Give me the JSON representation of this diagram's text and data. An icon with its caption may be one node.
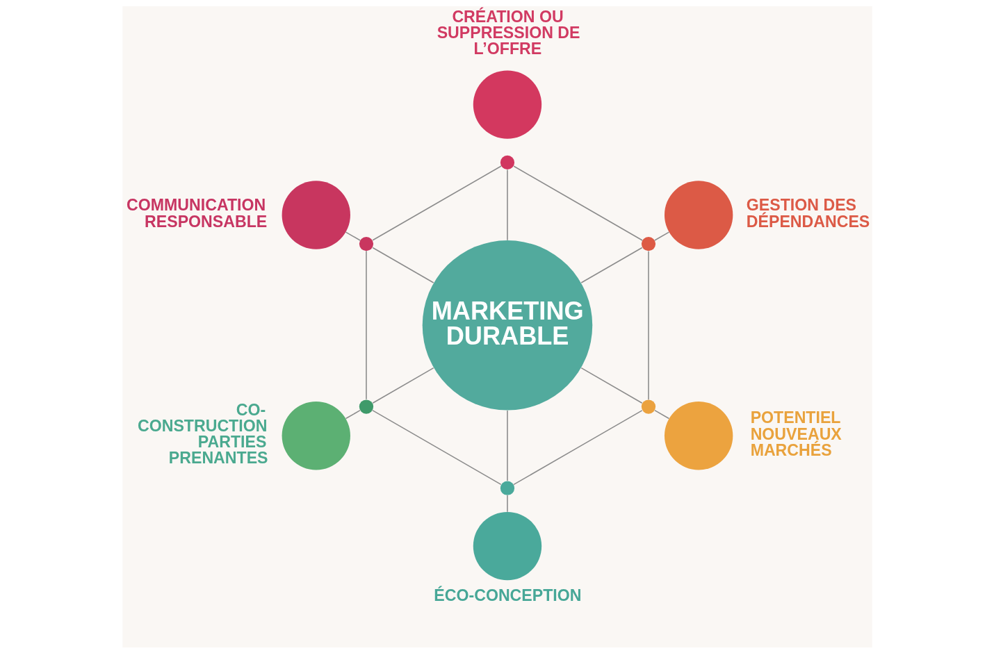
{
  "diagram": {
    "nodes": [
      {
        "text": [
          "MARKETING DURABLE"
        ]
      },
      {
        "text": [],
        "shape": "circle"
      },
      {
        "text": [],
        "shape": "circle"
      },
      {
        "text": [],
        "shape": "circle"
      },
      {
        "text": [],
        "shape": "circle"
      },
      {
        "text": [],
        "shape": "circle"
      },
      {
        "text": [],
        "shape": "circle"
      },
      {
        "text": [
          "CRÉATION OU SUPPRESSION DE L’OFFRE"
        ]
      },
      {
        "text": [
          "GESTION DES DÉPENDANCES"
        ]
      },
      {
        "text": [
          "POTENTIEL NOUVEAUX MARCHÉS"
        ]
      },
      {
        "text": [
          "ÉCO-CONCEPTION"
        ]
      },
      {
        "text": [
          "CO- CONSTRUCTION PARTIES PRENANTES"
        ]
      },
      {
        "text": [
          "COMMUNICATION RESPONSABLE"
        ]
      }
    ],
    "edges": [
      {
        "from": 0,
        "to": 1,
        "arrow": "none"
      },
      {
        "from": 0,
        "to": 2,
        "arrow": "none"
      },
      {
        "from": 0,
        "to": 3,
        "arrow": "none"
      },
      {
        "from": 0,
        "to": 4,
        "arrow": "none"
      },
      {
        "from": 0,
        "to": 5,
        "arrow": "none"
      },
      {
        "from": 0,
        "to": 6,
        "arrow": "none"
      },
      {
        "from": 1,
        "to": 2,
        "arrow": "none"
      },
      {
        "from": 2,
        "to": 3,
        "arrow": "none"
      },
      {
        "from": 3,
        "to": 4,
        "arrow": "none"
      },
      {
        "from": 4,
        "to": 5,
        "arrow": "none"
      },
      {
        "from": 5,
        "to": 6,
        "arrow": "none"
      },
      {
        "from": 6,
        "to": 1,
        "arrow": "none"
      },
      {
        "from": 2,
        "to": 8,
        "arrow": "none"
      },
      {
        "from": 3,
        "to": 9,
        "arrow": "none"
      },
      {
        "from": 4,
        "to": 10,
        "arrow": "none"
      },
      {
        "from": 5,
        "to": 11,
        "arrow": "none"
      },
      {
        "from": 6,
        "to": 12,
        "arrow": "none"
      }
    ]
  }
}
